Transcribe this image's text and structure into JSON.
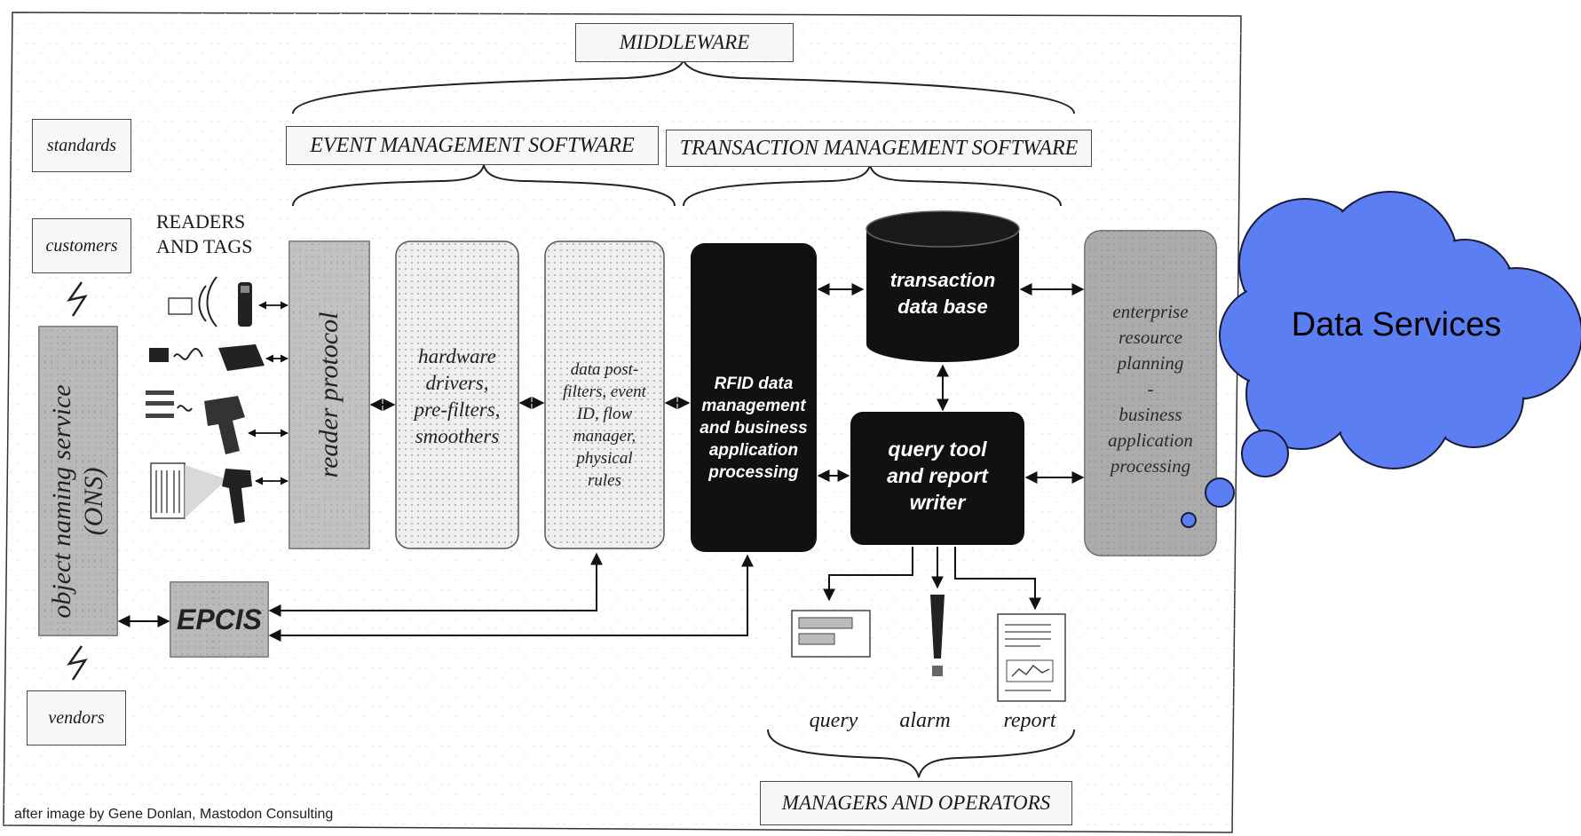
{
  "header": {
    "middleware": "MIDDLEWARE",
    "event_management": "EVENT MANAGEMENT SOFTWARE",
    "transaction_management": "TRANSACTION MANAGEMENT SOFTWARE",
    "managers_operators": "MANAGERS AND OPERATORS"
  },
  "left": {
    "standards": "standards",
    "customers": "customers",
    "vendors": "vendors",
    "ons": "object naming service\n(ONS)",
    "readers_tags": "READERS\nAND TAGS",
    "epcis": "EPCIS"
  },
  "boxes": {
    "reader_protocol": "reader protocol",
    "hardware_drivers": "hardware\ndrivers,\npre-filters,\nsmoothers",
    "data_post_filters": "data post-\nfilters, event\nID, flow\nmanager,\nphysical\nrules",
    "rfid_data_mgmt": "RFID data\nmanagement\nand business\napplication\nprocessing",
    "transaction_db": "transaction\ndata base",
    "query_tool": "query tool\nand report\nwriter",
    "erp": "enterprise\nresource\nplanning\n-\nbusiness\napplication\nprocessing"
  },
  "outputs": {
    "query": "query",
    "alarm": "alarm",
    "report": "report"
  },
  "credit": "after image by Gene Donlan, Mastodon Consulting",
  "callout": {
    "label": "Data Services",
    "fill": "#5b7ff2"
  },
  "colors": {
    "dark_box": "#111111",
    "mid_gray": "#9a9a9a",
    "light_pattern": "#dcdcdc"
  }
}
